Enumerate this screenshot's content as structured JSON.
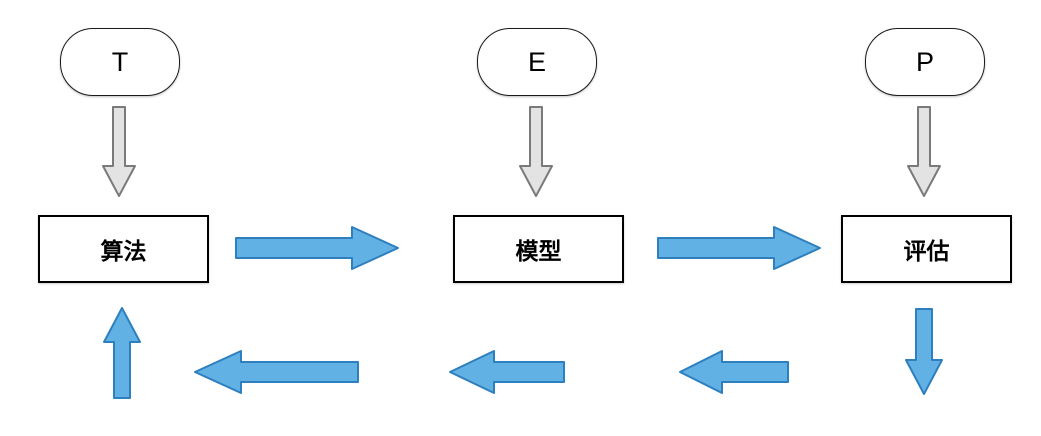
{
  "diagram": {
    "title": "machine-learning-tep-flow",
    "nodes": [
      {
        "id": "t",
        "label": "T"
      },
      {
        "id": "e",
        "label": "E"
      },
      {
        "id": "p",
        "label": "P"
      }
    ],
    "boxes": [
      {
        "id": "algorithm",
        "label": "算法"
      },
      {
        "id": "model",
        "label": "模型"
      },
      {
        "id": "evaluation",
        "label": "评估"
      }
    ],
    "colors": {
      "blue_fill": "#62B1E5",
      "blue_stroke": "#2D7FBE",
      "gray_fill": "#E3E3E3",
      "gray_stroke": "#7A7A7A",
      "box_border": "#000000",
      "background": "#FFFFFF"
    }
  }
}
